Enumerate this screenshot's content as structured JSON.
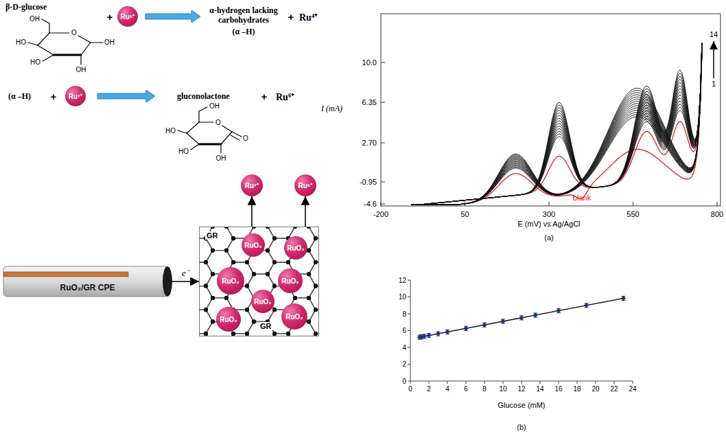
{
  "diagram": {
    "nodes": [
      {
        "text": [
          "Ru⁶⁺"
        ]
      },
      {
        "text": [
          "Ru⁷⁺"
        ]
      },
      {
        "text": [
          "Ru⁷⁺"
        ]
      },
      {
        "text": [
          "Ru⁶⁺"
        ]
      },
      {
        "text": [
          "RuO₂/GR CPE"
        ]
      },
      {
        "text": [
          "GR",
          "GR"
        ]
      },
      {
        "text": [
          "RuO₂"
        ],
        "in": 5
      },
      {
        "text": [
          "RuO₂"
        ],
        "in": 5
      },
      {
        "text": [
          "RuO₂"
        ],
        "in": 5
      },
      {
        "text": [
          "RuO₂"
        ],
        "in": 5
      },
      {
        "text": [
          "RuO₂"
        ],
        "in": 5
      },
      {
        "text": [
          "RuO₂"
        ],
        "in": 5
      },
      {
        "text": [
          "RuO₂"
        ],
        "in": 5
      }
    ],
    "edges": [
      {
        "from": 5,
        "to": 2,
        "arrow": "to"
      },
      {
        "from": 5,
        "to": 3,
        "arrow": "to"
      },
      {
        "from": 4,
        "to": 5,
        "label": "e⁻",
        "arrow": "to"
      }
    ],
    "labels": [
      "β-D-glucose",
      "OH",
      "O",
      "HO",
      "HO",
      "OH",
      "OH",
      "+",
      "α-hydrogen lacking carbohydrates",
      "(α –H)",
      "+",
      "Ru⁴⁺",
      "(α –H)",
      "+",
      "gluconolactone",
      "OH",
      "O",
      "HO",
      "HO",
      "OH",
      "O",
      "+",
      "Ru⁶⁺",
      "10.0",
      "6.35",
      "2.70",
      "-0.95",
      "-4.6",
      "-200",
      "50",
      "300",
      "550",
      "800",
      "I (mA)",
      "E (mV) vs Ag/AgCl",
      "(a)",
      "14",
      "1",
      "blank",
      "0",
      "2",
      "4",
      "6",
      "8",
      "10",
      "12",
      "0",
      "2",
      "4",
      "6",
      "8",
      "10",
      "12",
      "14",
      "16",
      "18",
      "20",
      "22",
      "24",
      "Glucose (mM)",
      "(b)"
    ]
  }
}
